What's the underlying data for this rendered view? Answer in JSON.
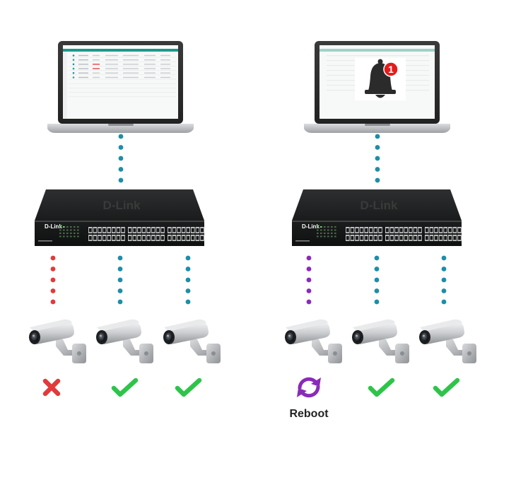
{
  "brand": "D-Link",
  "reboot_label": "Reboot",
  "notification_count": "1",
  "colors": {
    "teal": "#1d8ea8",
    "red": "#e23a3a",
    "purple": "#8a2bb8",
    "green": "#2ec44a"
  },
  "scenarios": [
    {
      "name": "left",
      "laptop_screen": "management-table",
      "camera_status": [
        "failed",
        "ok",
        "ok"
      ],
      "link_color": [
        "red",
        "teal",
        "teal"
      ]
    },
    {
      "name": "right",
      "laptop_screen": "alert-bell",
      "camera_status": [
        "reboot",
        "ok",
        "ok"
      ],
      "link_color": [
        "purple",
        "teal",
        "teal"
      ]
    }
  ],
  "icons": {
    "failed": "cross-icon",
    "ok": "check-icon",
    "reboot": "reboot-icon",
    "alert": "bell-icon"
  }
}
